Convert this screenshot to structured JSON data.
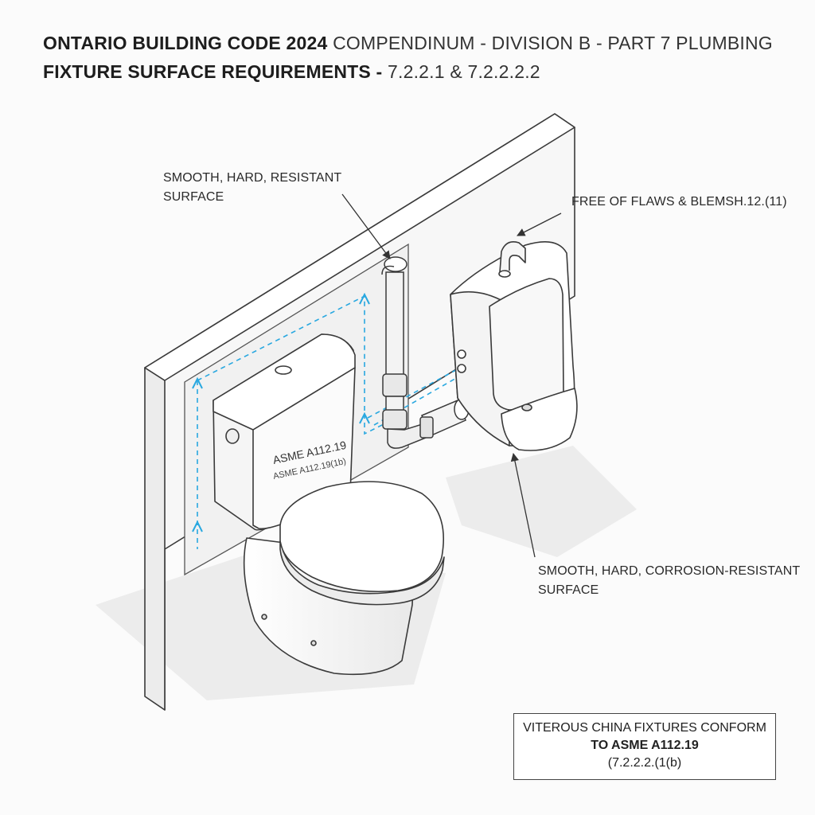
{
  "header": {
    "title_line1_bold": "ONTARIO BUILDING CODE 2024",
    "title_line1_rest": "COMPENDINUM - DIVISION B - PART 7 PLUMBING",
    "title_line2_bold": "FIXTURE SURFACE REQUIREMENTS -",
    "title_line2_rest": "7.2.2.1 & 7.2.2.2.2"
  },
  "callouts": {
    "top_left_line1": "SMOOTH, HARD, RESISTANT",
    "top_left_line2": "SURFACE",
    "top_right": "FREE OF FLAWS & BLEMSH.12.(11)",
    "bottom_right_line1": "SMOOTH, HARD, CORROSION-RESISTANT",
    "bottom_right_line2": "SURFACE"
  },
  "tank_label": {
    "line1": "ASME A112.19",
    "line2": "ASME A112.19(1b)"
  },
  "note_box": {
    "line1": "VITEROUS CHINA FIXTURES CONFORM",
    "line2": "TO ASME A112.19",
    "line3": "(7.2.2.2.(1(b)"
  },
  "colors": {
    "outline": "#3a3a3a",
    "fixture_fill": "#ffffff",
    "wall_shade": "#efefef",
    "shadow": "#e4e4e4",
    "dashed_accent": "#29a8e0"
  }
}
